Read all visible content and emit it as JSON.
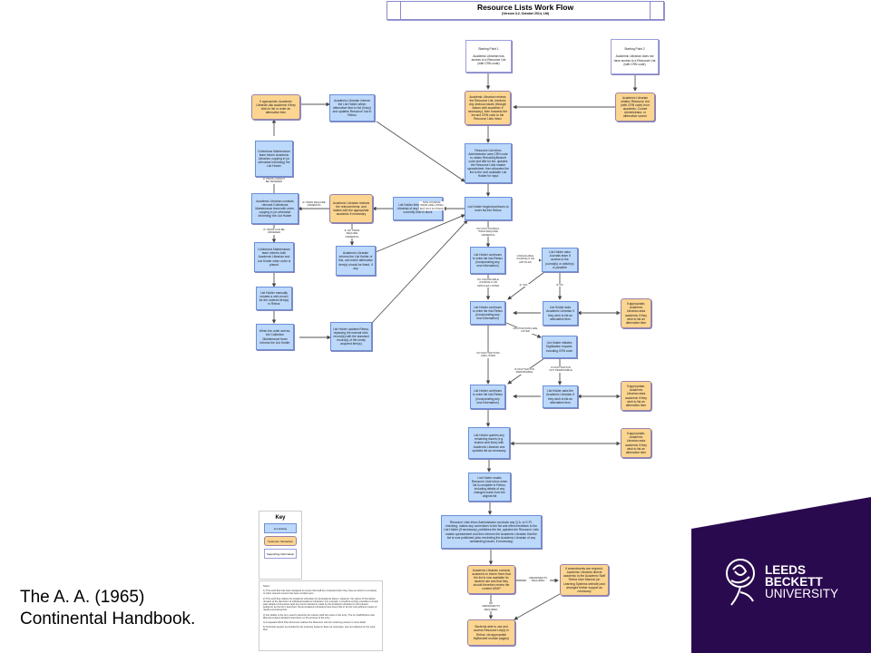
{
  "title": "Resource Lists Work Flow",
  "subtitle": "(Version 3.2, October 2014, LM)",
  "nodes": {
    "start1": "Starting Point 1\n\nAcademic Librarian has access to a Resource List (with CRN code)",
    "start2": "Starting Point 2\n\nAcademic Librarian does not have access to a Resource List (with CRN code)",
    "al_reviews": "Academic Librarian reviews the Resource List, resolves any obvious issues (through liaison with academic if necessary), then forwards the list and CRN code to the Resource Lists Inbox",
    "al_obtains": "Academic Librarian obtains Resource List (with CRN code) from academic, Course Administrator, or alternative source",
    "inbox_admin": "Resource List Inbox Administrator uses CRN code to obtain Rebus/MyBeckett code and title for list, updates the Resource Lists master spreadsheet, then allocates the list to the next available List Holder for input",
    "lh_begins": "List Holder begins/continues to enter list into Rebus",
    "lh_informs_al": "List Holder informs Academic Librarian of any listed items not currently held in stock",
    "al_reviews_items": "Academic Librarian reviews the relevant items, and liaises with the appropriate academic if necessary",
    "al_contacts_cm": "Academic Librarian contacts relevant Collections Maintenance team with order, copying in (or otherwise informing) the List Holder",
    "cm_inform_al": "Collections Maintenance team inform Academic Librarian, copying in (or otherwise informing) the List Holder",
    "al_ask_academic": "If appropriate, Academic Librarian ask academic if they wish to list or order an alternative item",
    "al_informs_lh_alt": "Academic Librarian informs the List Holder which alternative item to list (if any) and updates Resource List in Rebus",
    "cm_informs_both": "Collections Maintenance team informs both Academic Librarian and List Holder when order is placed",
    "al_informs_lh_none": "Academic Librarian informs the List Holder of this, and which alternative item(s) should be listed, if any",
    "lh_mini_record": "List Holder manually creates a mini-record for the ordered item(s) in Rebus",
    "order_arrives": "When the order arrives, the Collection Maintenance team informs the List Holder",
    "lh_updates": "List Holder updates Rebus, replacing the manual mini-record(s) with the standard record(s) of the newly acquired item(s)",
    "lh_continues1": "List Holder continues to enter list into Rebus (incorporating any new information)",
    "lh_asks_journals": "List Holder asks Journals team if access to the journal(s) or article(s) is possible",
    "lh_continues2": "List Holder continues to enter list into Rebus (incorporating any new information)",
    "lh_asks_al1": "List Holder asks Academic Librarian if they wish to list an alternative item",
    "ask_academic1": "If appropriate, Academic Librarian asks academic if they wish to list an alternative item",
    "lh_digitisation": "List Holder initiates Digitisation request, including CRN code",
    "lh_continues3": "List Holder continues to enter list into Rebus (incorporating any new information)",
    "lh_asks_al2": "List Holder asks the Academic Librarian if they wish to list an alternative item",
    "ask_academic2": "If appropriate, Academic Librarian asks academic if they wish to list an alternative item",
    "lh_queries": "List Holder queries any remaining issues (e.g. broken web links) with Academic Librarian and updates list as necessary",
    "ask_academic3": "If appropriate, Academic Librarian asks academic if they wish to list an alternative item",
    "lh_emails": "List Holder emails Resource Lists Inbox when list is complete in Rebus, including details of any changes made from the original list",
    "inbox_qa": "Resource Lists Inbox Administrator conducts any Q.A. or K.P.I. checking, makes any corrections to the list and offers feedback to the List Holder (if necessary), publishes the list, updates the Resource Lists master spreadsheet and then informs the Academic Librarian that the list is now published (also reminding the Academic Librarian of any outstanding issues, if necessary)",
    "al_contacts_academic": "Academic Librarian contacts academic to inform them that the list is now available for student use and that they should therefore review the content ASAP",
    "amendments": "If amendments are required, Academic Librarian directs academic to the Academic Staff Rebus User Manual (on Learning Systems website) and arranges further support as necessary",
    "students": "Students able to use and access Resource List(s) in Rebus, via appropriate MyBeckett module page(s)"
  },
  "edge_labels": {
    "non_journal_not_stock": "NON-JOURNAL ITEMS ARE LISTED, BUT NOT IN STOCK",
    "items_require_ordering": "IF ITEMS REQUIRE ORDERING",
    "cannot_be_ordered": "IF ITEMS CANNOT BE ORDERED",
    "can_be_ordered": "IF ITEMS CAN BE ORDERED",
    "no_items_require_ordering": "IF NO ITEMS REQUIRE ORDERING",
    "no_non_journal": "NO NON-JOURNAL ITEMS REQUIRE ORDERING",
    "unavailable_journals": "UNAVAILABLE JOURNALS OR ARTICLES",
    "no_unavailable": "NO UNAVAILABLE JOURNALS OR ARTICLES LISTED",
    "if_yes": "IF YES",
    "if_no": "IF NO",
    "digitisations_listed": "DIGITISATIONS ARE LISTED",
    "no_digitisations": "NO DIGITISATIONS ARE LISTED",
    "digitisation_permissible": "IF DIGITISATION PERMISSIBLE",
    "digitisation_not_permissible": "IF DIGITISATION NOT PERMISSIBLE",
    "amendments_required": "AMENDMENTS REQUIRED",
    "no_amendments": "NO AMENDMENTS REQUIRED"
  },
  "key": {
    "title": "Key",
    "items": [
      "LLI Activity",
      "Customer Interaction",
      "Supporting Information"
    ]
  },
  "notes": {
    "heading": "Notes:",
    "items": [
      "1) This work flow has been designed to ensure that staff are contacted when they have an action to complete, or when relevant content has been worked upon.",
      "2) This work flow utilises the Academic Librarians for all academic liaison. However, the nature of this liaison remains at the discretion of individual Academic Librarians. For example, it would be entirely possible to simply pass details of all queries (and any interim decisions made by the Academic Librarian) to the relevant academic as the list is launched. Some Academic Librarians have found this to be the most efficient means of rapidly processing lists.",
      "3) List Holder is the term used to describe the various staff who work on list entry. The LLI Staff Rebus User Manual contains detailed instructions on the process of list entry.",
      "4) A separate Work Flow document outlines the Resource List item ordering process in more detail.",
      "5) Technical support is provided by the Learning Systems Team as necessary, and not reflected on the work flow."
    ]
  },
  "caption": {
    "line1": "The A. A. (1965)",
    "line2": "Continental Handbook."
  },
  "brand": {
    "line1": "LEEDS",
    "line2": "BECKETT",
    "line3": "UNIVERSITY",
    "color": "#2a0a4f",
    "logo_icon": "rose-icon"
  },
  "colors": {
    "lli_activity": "#bcd8fb",
    "customer_interaction": "#fcd591",
    "supporting_information": "#ffffff"
  }
}
